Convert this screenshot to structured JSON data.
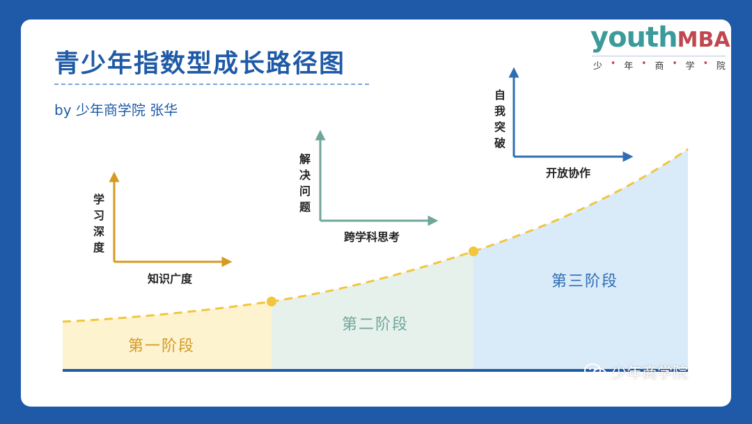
{
  "title": "青少年指数型成长路径图",
  "byline": "by 少年商学院 张华",
  "logo": {
    "word_youth": "youth",
    "word_mba": "MBA",
    "subtitle_chars": [
      "少",
      "年",
      "商",
      "学",
      "院"
    ],
    "separator": "•"
  },
  "stages": [
    {
      "label": "第一阶段",
      "fill": "#fdf3cf",
      "text_color": "#d49a22"
    },
    {
      "label": "第二阶段",
      "fill": "#e6f1ec",
      "text_color": "#6fa69a"
    },
    {
      "label": "第三阶段",
      "fill": "#d9eaf8",
      "text_color": "#2d6db3"
    }
  ],
  "axes_groups": [
    {
      "vertical": [
        "学",
        "习",
        "深",
        "度"
      ],
      "horizontal": "知识广度",
      "color": "#d49a22"
    },
    {
      "vertical": [
        "解",
        "决",
        "问",
        "题"
      ],
      "horizontal": "跨学科思考",
      "color": "#6fa69a"
    },
    {
      "vertical": [
        "自",
        "我",
        "突",
        "破"
      ],
      "horizontal": "开放协作",
      "color": "#2d6db3"
    }
  ],
  "colors": {
    "background": "#1e5aa8",
    "curve": "#f2c53d",
    "baseline": "#1f5aa6",
    "title": "#1f5aa6"
  },
  "watermark": {
    "icon": "wechat-icon",
    "text": "少年商学院"
  }
}
